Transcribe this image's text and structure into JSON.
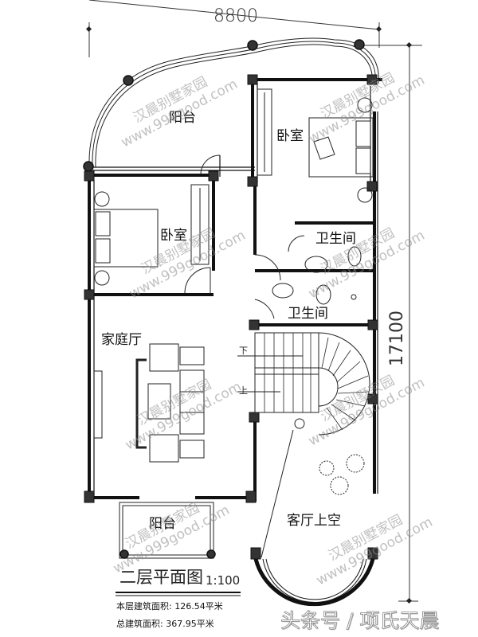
{
  "plan": {
    "title": "二层平面图",
    "scale": "1:100",
    "floor_area_label": "本层建筑面积:",
    "floor_area_value": "126.54平米",
    "total_area_label": "总建筑面积:",
    "total_area_value": "367.95平米"
  },
  "dimensions": {
    "width": "8800",
    "depth": "17100"
  },
  "rooms": {
    "balcony_top": "阳台",
    "bedroom_right": "卧室",
    "bedroom_left": "卧室",
    "bathroom_upper": "卫生间",
    "bathroom_lower": "卫生间",
    "family_hall": "家庭厅",
    "balcony_bottom": "阳台",
    "living_void": "客厅上空"
  },
  "stairs": {
    "down": "下",
    "up": "上"
  },
  "watermark": {
    "line1": "汉晨别墅家园",
    "line2": "www.999good.com"
  },
  "footer": {
    "credit": "头条号 / 项氏天晨"
  },
  "colors": {
    "wall": "#111111",
    "column": "#333333",
    "line": "#222222",
    "watermark": "#8c8c8c"
  }
}
